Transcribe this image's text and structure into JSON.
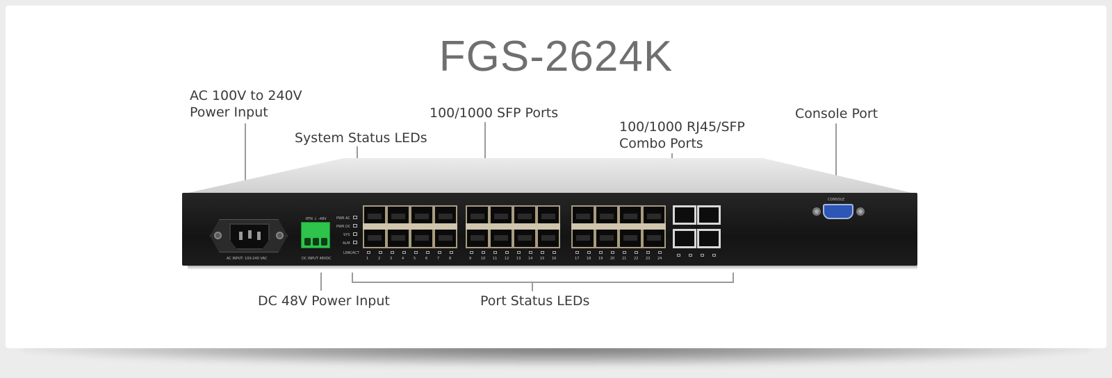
{
  "product": {
    "model": "FGS-2624K"
  },
  "callouts": {
    "ac_power": [
      "AC 100V to 240V",
      "Power Input"
    ],
    "system_leds": "System Status LEDs",
    "sfp_ports": "100/1000 SFP Ports",
    "combo_ports": [
      "100/1000 RJ45/SFP",
      "Combo Ports"
    ],
    "console_port": "Console Port",
    "dc_power": "DC 48V Power Input",
    "port_leds": "Port Status LEDs"
  },
  "panel_labels": {
    "ac_input": "AC INPUT: 100-240 VAC",
    "dc_input": "DC INPUT 48VDC",
    "dc_terminals": "RTN  ⏚  -48V",
    "led_pwr_ac": "PWR AC",
    "led_pwr_dc": "PWR DC",
    "led_sys": "SYS",
    "led_alm": "ALM",
    "led_link": "LINK/ACT",
    "console": "CONSOLE"
  },
  "port_numbers": [
    "1",
    "2",
    "3",
    "4",
    "5",
    "6",
    "7",
    "8",
    "9",
    "10",
    "11",
    "12",
    "13",
    "14",
    "15",
    "16",
    "17",
    "18",
    "19",
    "20",
    "21",
    "22",
    "23",
    "24"
  ],
  "colors": {
    "title": "#6f6f6f",
    "callout_text": "#3a3a3a",
    "leader_line": "#9a9a9a",
    "device_front": "#1a1a1a",
    "dc_terminal": "#2ec34a",
    "console_db9": "#2d56b5"
  }
}
